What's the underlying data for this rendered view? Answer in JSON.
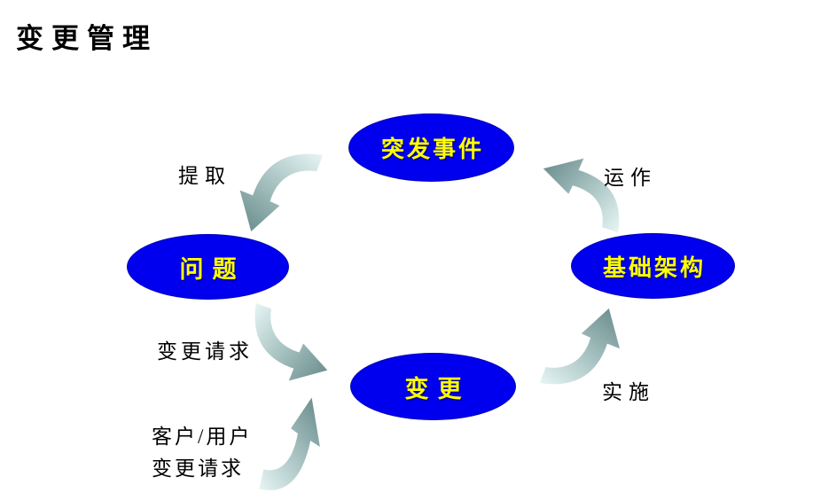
{
  "title": "变更管理",
  "nodes": [
    {
      "id": "incident",
      "label": "突发事件"
    },
    {
      "id": "problem",
      "label": "问题"
    },
    {
      "id": "infrastructure",
      "label": "基础架构"
    },
    {
      "id": "change",
      "label": "变更"
    }
  ],
  "edges": [
    {
      "id": "extract",
      "label": "提取",
      "from": "incident",
      "to": "problem"
    },
    {
      "id": "change-request",
      "label": "变更请求",
      "from": "problem",
      "to": "change"
    },
    {
      "id": "customer-request",
      "label_line1": "客户/用户",
      "label_line2": "变更请求",
      "from": "customer-user",
      "to": "change"
    },
    {
      "id": "implement",
      "label": "实施",
      "from": "change",
      "to": "infrastructure"
    },
    {
      "id": "operate",
      "label": "运作",
      "from": "infrastructure",
      "to": "incident"
    }
  ],
  "colors": {
    "background": "#FFFFFF",
    "node_fill": "#0000EE",
    "node_border": "#0000B8",
    "node_text": "#FFFF00",
    "label_text": "#000000",
    "arrow_tail": "#E7F6F5",
    "arrow_mid": "#AFC9C8",
    "arrow_head": "#6E8F90"
  }
}
